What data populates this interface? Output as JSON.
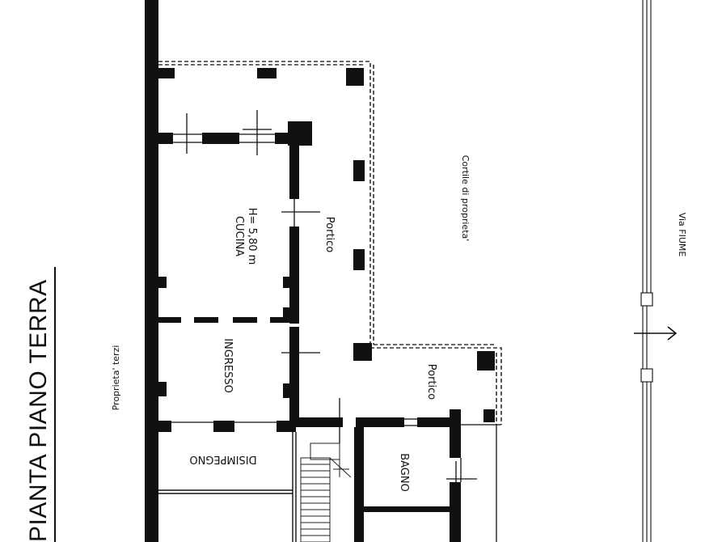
{
  "title": "PIANTA PIANO TERRA",
  "labels": {
    "cucina": "CUCINA",
    "cucina_height": "H= 5,80 m",
    "portico_upper": "Portico",
    "cortile": "Cortile di proprieta'",
    "proprieta_terzi": "Proprieta' terzi",
    "ingresso": "INGRESSO",
    "portico_lower": "Portico",
    "disimpegno": "DISIMPEGNO",
    "bagno": "BAGNO",
    "street": "Via FIUME"
  },
  "colors": {
    "ink": "#111111",
    "paper": "#ffffff",
    "hatch": "#555555"
  }
}
